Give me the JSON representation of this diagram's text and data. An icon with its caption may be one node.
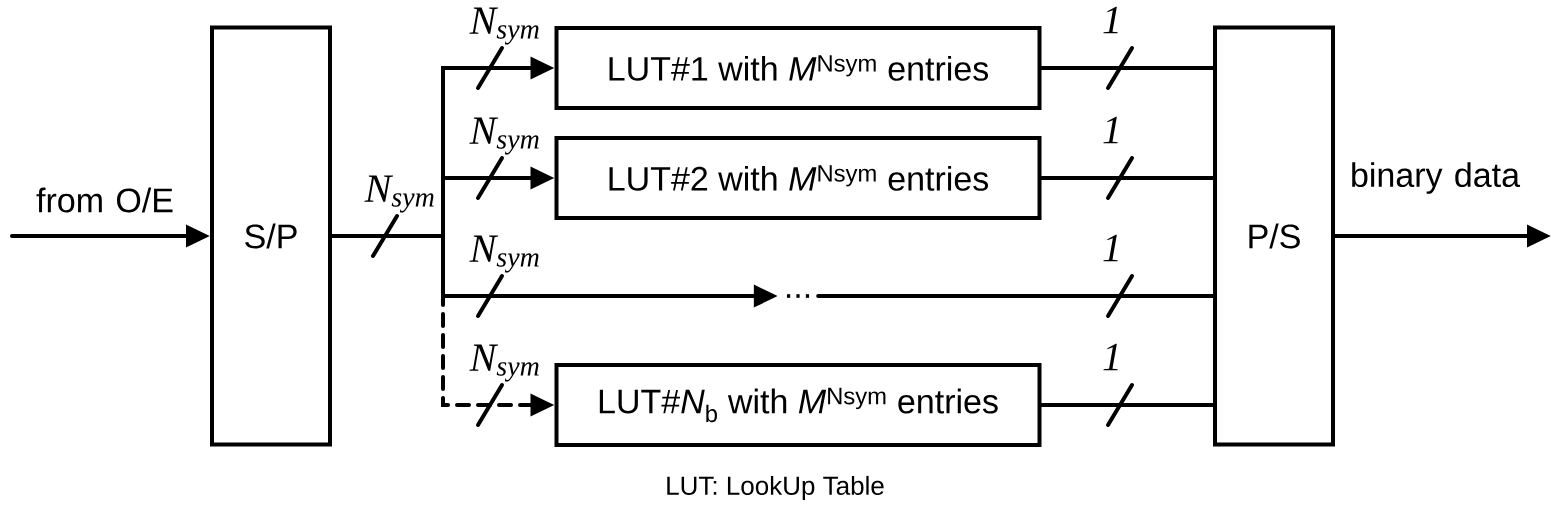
{
  "diagram": {
    "caption": "LUT: LookUp Table",
    "nodes": [
      {
        "text": [
          "S/P"
        ]
      },
      {
        "text": [
          "LUT#1 with *M*$^{Nsym}$ entries"
        ]
      },
      {
        "text": [
          "LUT#2 with *M*$^{Nsym}$ entries"
        ]
      },
      {
        "text": [
          "..."
        ]
      },
      {
        "text": [
          "LUT#*N*$_{b}$ with *M*$^{Nsym}$ entries"
        ]
      },
      {
        "text": [
          "P/S"
        ]
      }
    ],
    "edges": [
      {
        "from": null,
        "to": 0,
        "arrow": "to",
        "label": "from O/E"
      },
      {
        "from": 0,
        "to": 1,
        "arrow": "to",
        "label": "N$_{sym}$"
      },
      {
        "from": 0,
        "to": 2,
        "arrow": "to",
        "label": "N$_{sym}$"
      },
      {
        "from": 0,
        "to": 3,
        "arrow": "to",
        "label": "N$_{sym}$"
      },
      {
        "from": 0,
        "to": 4,
        "arrow": "to",
        "label": "N$_{sym}$",
        "style": "dashed"
      },
      {
        "from": 1,
        "to": 5,
        "arrow": "none",
        "label": "1"
      },
      {
        "from": 2,
        "to": 5,
        "arrow": "none",
        "label": "1"
      },
      {
        "from": 3,
        "to": 5,
        "arrow": "none",
        "label": "1"
      },
      {
        "from": 4,
        "to": 5,
        "arrow": "none",
        "label": "1"
      },
      {
        "from": 5,
        "to": null,
        "arrow": "to",
        "label": "binary data"
      }
    ],
    "labels": [
      "N$_{sym}$"
    ]
  }
}
